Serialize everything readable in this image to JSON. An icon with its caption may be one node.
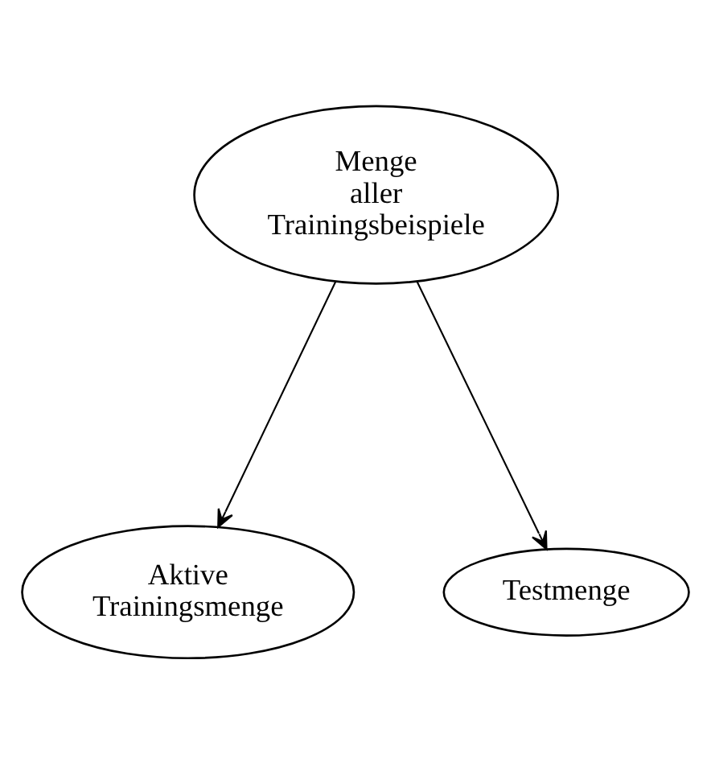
{
  "diagram": {
    "nodes": [
      {
        "text": [
          "Menge aller Trainingsbeispiele"
        ]
      },
      {
        "text": [
          "Aktive Trainingsmenge"
        ]
      },
      {
        "text": [
          "Testmenge"
        ]
      }
    ],
    "edges": [
      {
        "from": 0,
        "to": 1,
        "arrow": "to"
      },
      {
        "from": 0,
        "to": 2,
        "arrow": "to"
      }
    ]
  }
}
